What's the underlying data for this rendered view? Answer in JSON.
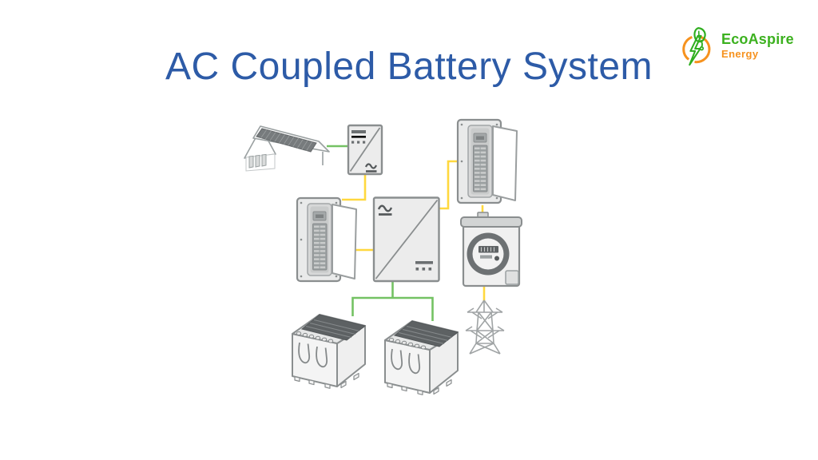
{
  "header": {
    "title": "AC Coupled Battery System",
    "title_color": "#2d5ba7"
  },
  "logo": {
    "name": "EcoAspire",
    "tagline": "Energy",
    "name_color": "#3cb11f",
    "tagline_color": "#f6921e",
    "icon": "leaf-lightning-circle-icon"
  },
  "diagram": {
    "background": "#ffffff",
    "stroke_color": "#8a8e8f",
    "fill_color": "#ececec",
    "wire_colors": {
      "solar_green": "#74c263",
      "ac_yellow": "#ffd83e"
    },
    "nodes": [
      {
        "id": "solar-house",
        "icon": "house-rooftop-solar-icon"
      },
      {
        "id": "solar-inverter",
        "icon": "inverter-icon"
      },
      {
        "id": "backup-loads-panel",
        "icon": "breaker-panel-open-door-icon"
      },
      {
        "id": "battery-inverter",
        "icon": "inverter-icon"
      },
      {
        "id": "main-service-panel",
        "icon": "breaker-panel-open-door-icon"
      },
      {
        "id": "utility-meter",
        "icon": "round-dial-meter-icon"
      },
      {
        "id": "grid-tower",
        "icon": "transmission-tower-icon"
      },
      {
        "id": "battery-1",
        "icon": "battery-box-icon"
      },
      {
        "id": "battery-2",
        "icon": "battery-box-icon"
      }
    ],
    "connections": [
      {
        "from": "solar-house",
        "to": "solar-inverter",
        "color": "#74c263"
      },
      {
        "from": "solar-inverter",
        "to": "backup-loads-panel",
        "color": "#ffd83e"
      },
      {
        "from": "backup-loads-panel",
        "to": "battery-inverter",
        "color": "#ffd83e"
      },
      {
        "from": "battery-inverter",
        "to": "main-service-panel",
        "color": "#ffd83e"
      },
      {
        "from": "main-service-panel",
        "to": "utility-meter",
        "color": "#ffd83e"
      },
      {
        "from": "utility-meter",
        "to": "grid-tower",
        "color": "#ffd83e"
      },
      {
        "from": "battery-inverter",
        "to": "battery-1",
        "color": "#74c263"
      },
      {
        "from": "battery-inverter",
        "to": "battery-2",
        "color": "#74c263"
      }
    ]
  }
}
